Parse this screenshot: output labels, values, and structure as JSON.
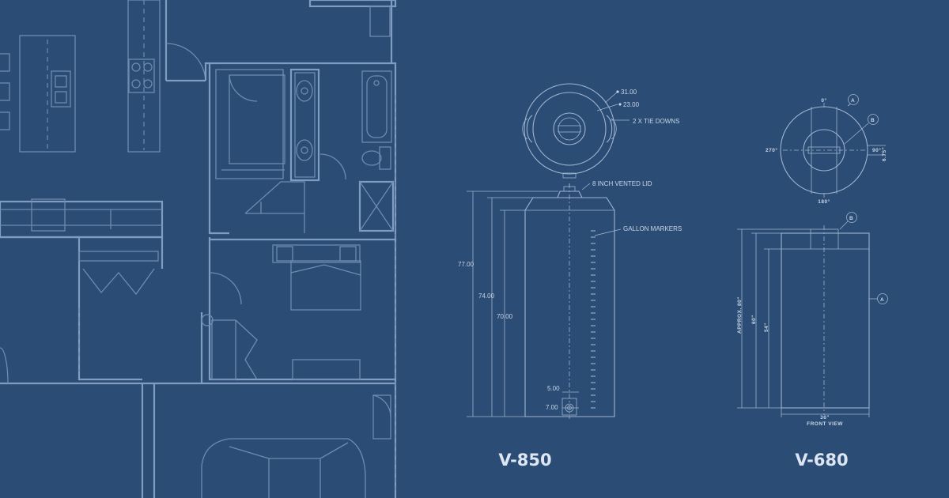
{
  "background_color": "#2b4c74",
  "line_color": "#9fb4d0",
  "tanks": [
    {
      "model": "V-850",
      "callouts": {
        "diameter_outer": "31.00",
        "diameter_inner": "23.00",
        "tie_downs": "2 X TIE DOWNS",
        "vented_lid": "8 INCH VENTED LID",
        "gallon_markers": "GALLON MARKERS"
      },
      "dimensions": {
        "overall_height": "77.00",
        "shoulder_height": "74.00",
        "wall_height": "70.00",
        "fitting_offset": "5.00",
        "fitting_height": "7.00"
      }
    },
    {
      "model": "V-680",
      "angles": {
        "top": "0°",
        "right": "90°",
        "bottom": "180°",
        "left": "270°"
      },
      "tags": {
        "a": "A",
        "b": "B"
      },
      "dimensions": {
        "approx_height": "APPROX. 80\"",
        "height_a": "60\"",
        "height_b": "54\"",
        "width": "36\"",
        "side_small": "6.75\""
      },
      "view_label": "FRONT VIEW"
    }
  ]
}
